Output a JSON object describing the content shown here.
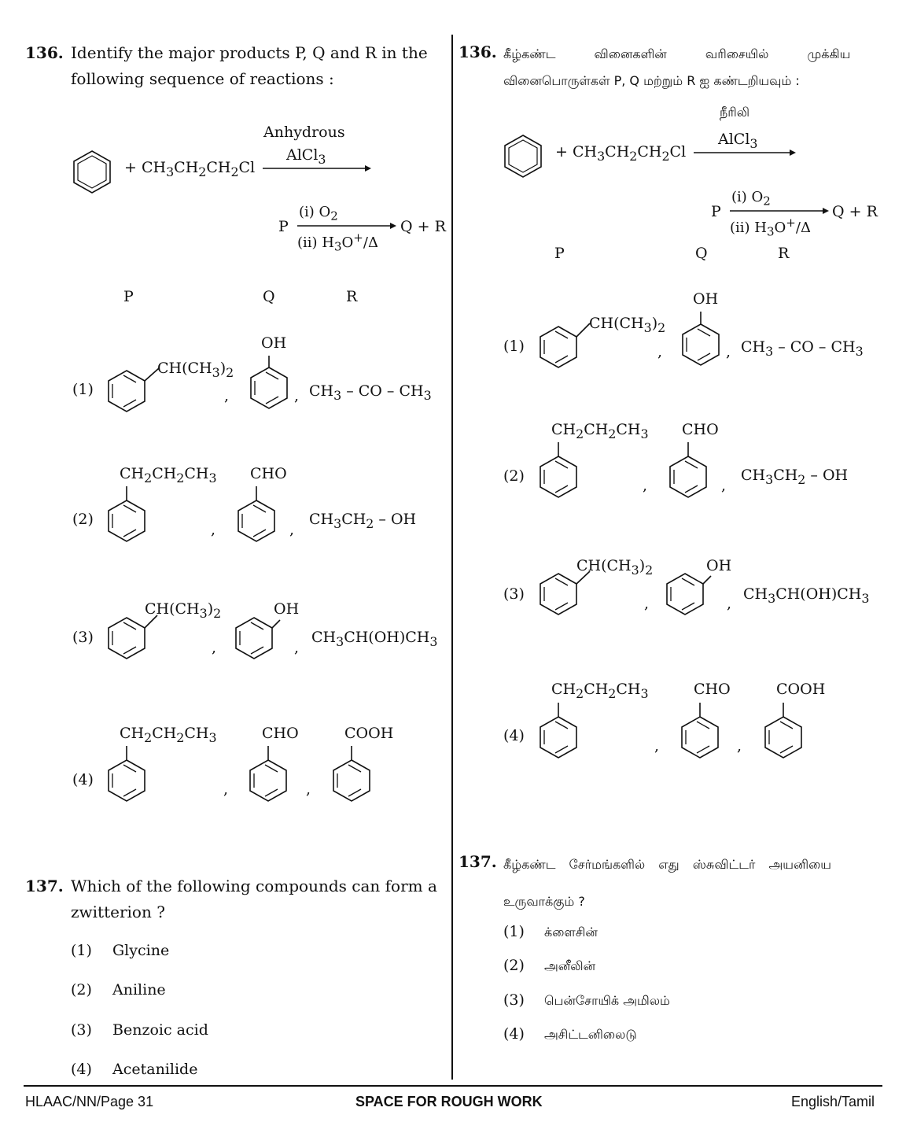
{
  "left": {
    "q136": {
      "number": "136.",
      "text_line1": "Identify the major products P, Q and R in the",
      "text_line2": "following sequence of reactions :",
      "reagent_top": "Anhydrous",
      "reagent_bottom": "AlCl3",
      "reactant": "+ CH3CH2CH2Cl",
      "step2_cond1": "(i) O2",
      "step2_cond2": "(ii) H3O+/Δ",
      "step2_start": "P",
      "step2_end": "Q + R",
      "col_p": "P",
      "col_q": "Q",
      "col_r": "R",
      "options": [
        {
          "num": "(1)",
          "p_sub": "CH(CH3)2",
          "q_sub": "OH",
          "r": "CH3 – CO – CH3"
        },
        {
          "num": "(2)",
          "p_sub": "CH2CH2CH3",
          "q_sub": "CHO",
          "r": "CH3CH2 – OH"
        },
        {
          "num": "(3)",
          "p_sub": "CH(CH3)2",
          "q_sub": "OH",
          "r": "CH3CH(OH)CH3"
        },
        {
          "num": "(4)",
          "p_sub": "CH2CH2CH3",
          "q_sub": "CHO",
          "r_sub": "COOH"
        }
      ]
    },
    "q137": {
      "number": "137.",
      "text_line1": "Which of the following compounds can form a",
      "text_line2": "zwitterion ?",
      "options": [
        {
          "num": "(1)",
          "label": "Glycine"
        },
        {
          "num": "(2)",
          "label": "Aniline"
        },
        {
          "num": "(3)",
          "label": "Benzoic acid"
        },
        {
          "num": "(4)",
          "label": "Acetanilide"
        }
      ]
    }
  },
  "right": {
    "q136": {
      "number": "136.",
      "text_line1": "கீழ்கண்ட வினைகளின் வரிசையில் முக்கிய",
      "text_line2": "வினைபொருள்கள் P, Q மற்றும் R ஐ கண்டறியவும் :",
      "reagent_top": "நீரிலி",
      "reagent_bottom": "AlCl3"
    },
    "q137": {
      "number": "137.",
      "text_line1": "கீழ்கண்ட சேர்மங்களில் எது ஸ்சுவிட்டர் அயனியை",
      "text_line2": "உருவாக்கும் ?",
      "options": [
        {
          "num": "(1)",
          "label": "க்ளைசின்"
        },
        {
          "num": "(2)",
          "label": "அனீலின்"
        },
        {
          "num": "(3)",
          "label": "பென்சோயிக் அமிலம்"
        },
        {
          "num": "(4)",
          "label": "அசிட்டனிலைடு"
        }
      ]
    }
  },
  "footer": {
    "left": "HLAAC/NN/Page 31",
    "center": "SPACE FOR ROUGH WORK",
    "right": "English/Tamil"
  }
}
